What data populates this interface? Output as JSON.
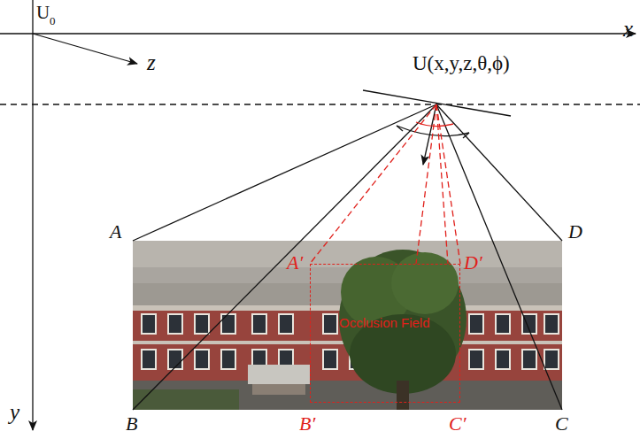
{
  "diagram": {
    "nodes": [
      {
        "text": [
          "Occlusion Field"
        ]
      }
    ],
    "labels": [
      "U",
      "0",
      "x",
      "z",
      "y",
      "U(x,y,z,θ,ϕ)",
      "A",
      "D",
      "B",
      "C",
      "A′",
      "D′",
      "B′",
      "C′"
    ]
  }
}
